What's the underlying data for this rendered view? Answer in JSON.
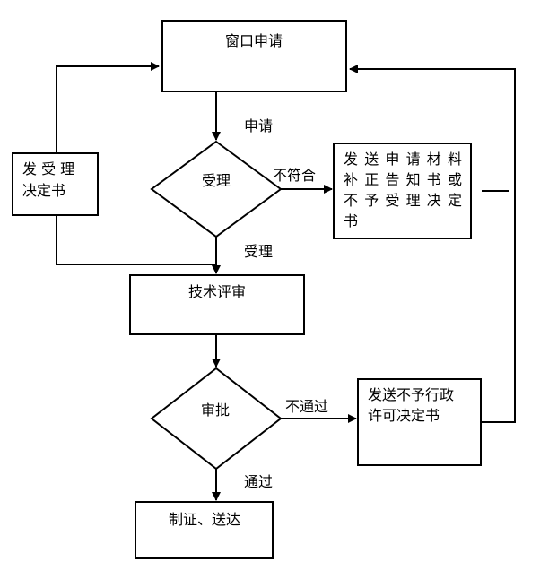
{
  "nodes": {
    "window_apply": "窗口申请",
    "accept_decision": "受理",
    "issue_accept_doc": [
      "发 受 理",
      "决定书"
    ],
    "reject_notice": [
      "发送申请材料",
      "补正告知书或",
      "不予受理决定",
      "书"
    ],
    "tech_review": "技术评审",
    "approval_decision": "审批",
    "refuse_license": [
      "发送不予行政",
      "许可决定书"
    ],
    "issue_deliver": "制证、送达"
  },
  "edge_labels": {
    "apply": "申请",
    "not_compliant": "不符合",
    "accepted": "受理",
    "not_passed": "不通过",
    "passed": "通过"
  },
  "colors": {
    "stroke": "#000000",
    "background": "#ffffff"
  }
}
